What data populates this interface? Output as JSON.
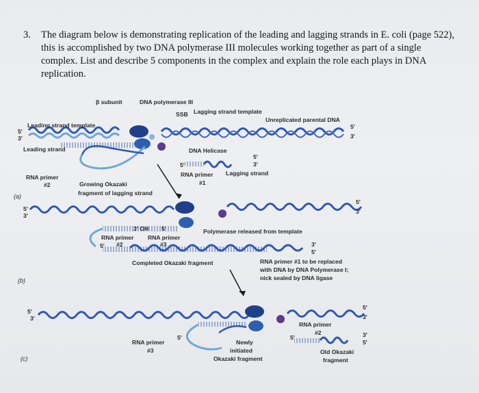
{
  "question": {
    "number": "3.",
    "text": "The diagram below is demonstrating replication of the leading and lagging strands in E. coli (page 522), this is accomplished by two DNA polymerase III molecules working together as part of a single complex. List and describe 5 components in the complex and explain the role each plays in DNA replication."
  },
  "diagram": {
    "panel_a": {
      "tag": "(a)",
      "beta_subunit": "β subunit",
      "dna_pol3": "DNA polymerase III",
      "ssb": "SSB",
      "lagging_template": "Lagging strand template",
      "leading_template": "Leading strand template",
      "unreplicated": "Unreplicated parental DNA",
      "leading_strand": "Leading strand",
      "helicase": "DNA Helicase",
      "rna_primer_2": "RNA primer",
      "num_2": "#2",
      "growing_1": "Growing Okazaki",
      "growing_2": "fragment of lagging strand",
      "rna_primer_1": "RNA primer",
      "num_1": "#1",
      "lagging_strand": "Lagging strand"
    },
    "panel_b": {
      "tag": "(b)",
      "oh_label": "3' OH",
      "rna_primer_a": "RNA primer",
      "num_2": "#2",
      "rna_primer_b": "RNA primer",
      "num_3": "#3",
      "released": "Polymerase released from template",
      "completed": "Completed Okazaki fragment",
      "replace_1": "RNA primer #1 to be replaced",
      "replace_2": "with DNA by DNA Polymerase I;",
      "replace_3": "nick sealed by DNA ligase"
    },
    "panel_c": {
      "tag": "(c)",
      "rna_primer_3": "RNA primer",
      "num_3": "#3",
      "newly_1": "Newly",
      "newly_2": "initiated",
      "newly_3": "Okazaki fragment",
      "rna_primer_2": "RNA primer",
      "num_2": "#2",
      "old_1": "Old Okazaki",
      "old_2": "fragment"
    },
    "ends": {
      "five": "5'",
      "three": "3'"
    },
    "colors": {
      "template_strand": "#2f57b8",
      "new_strand": "#6fa6d8",
      "polymerase": "#1f3f8a",
      "helicase": "#5c3a8c",
      "primer": "#ffffff"
    }
  }
}
